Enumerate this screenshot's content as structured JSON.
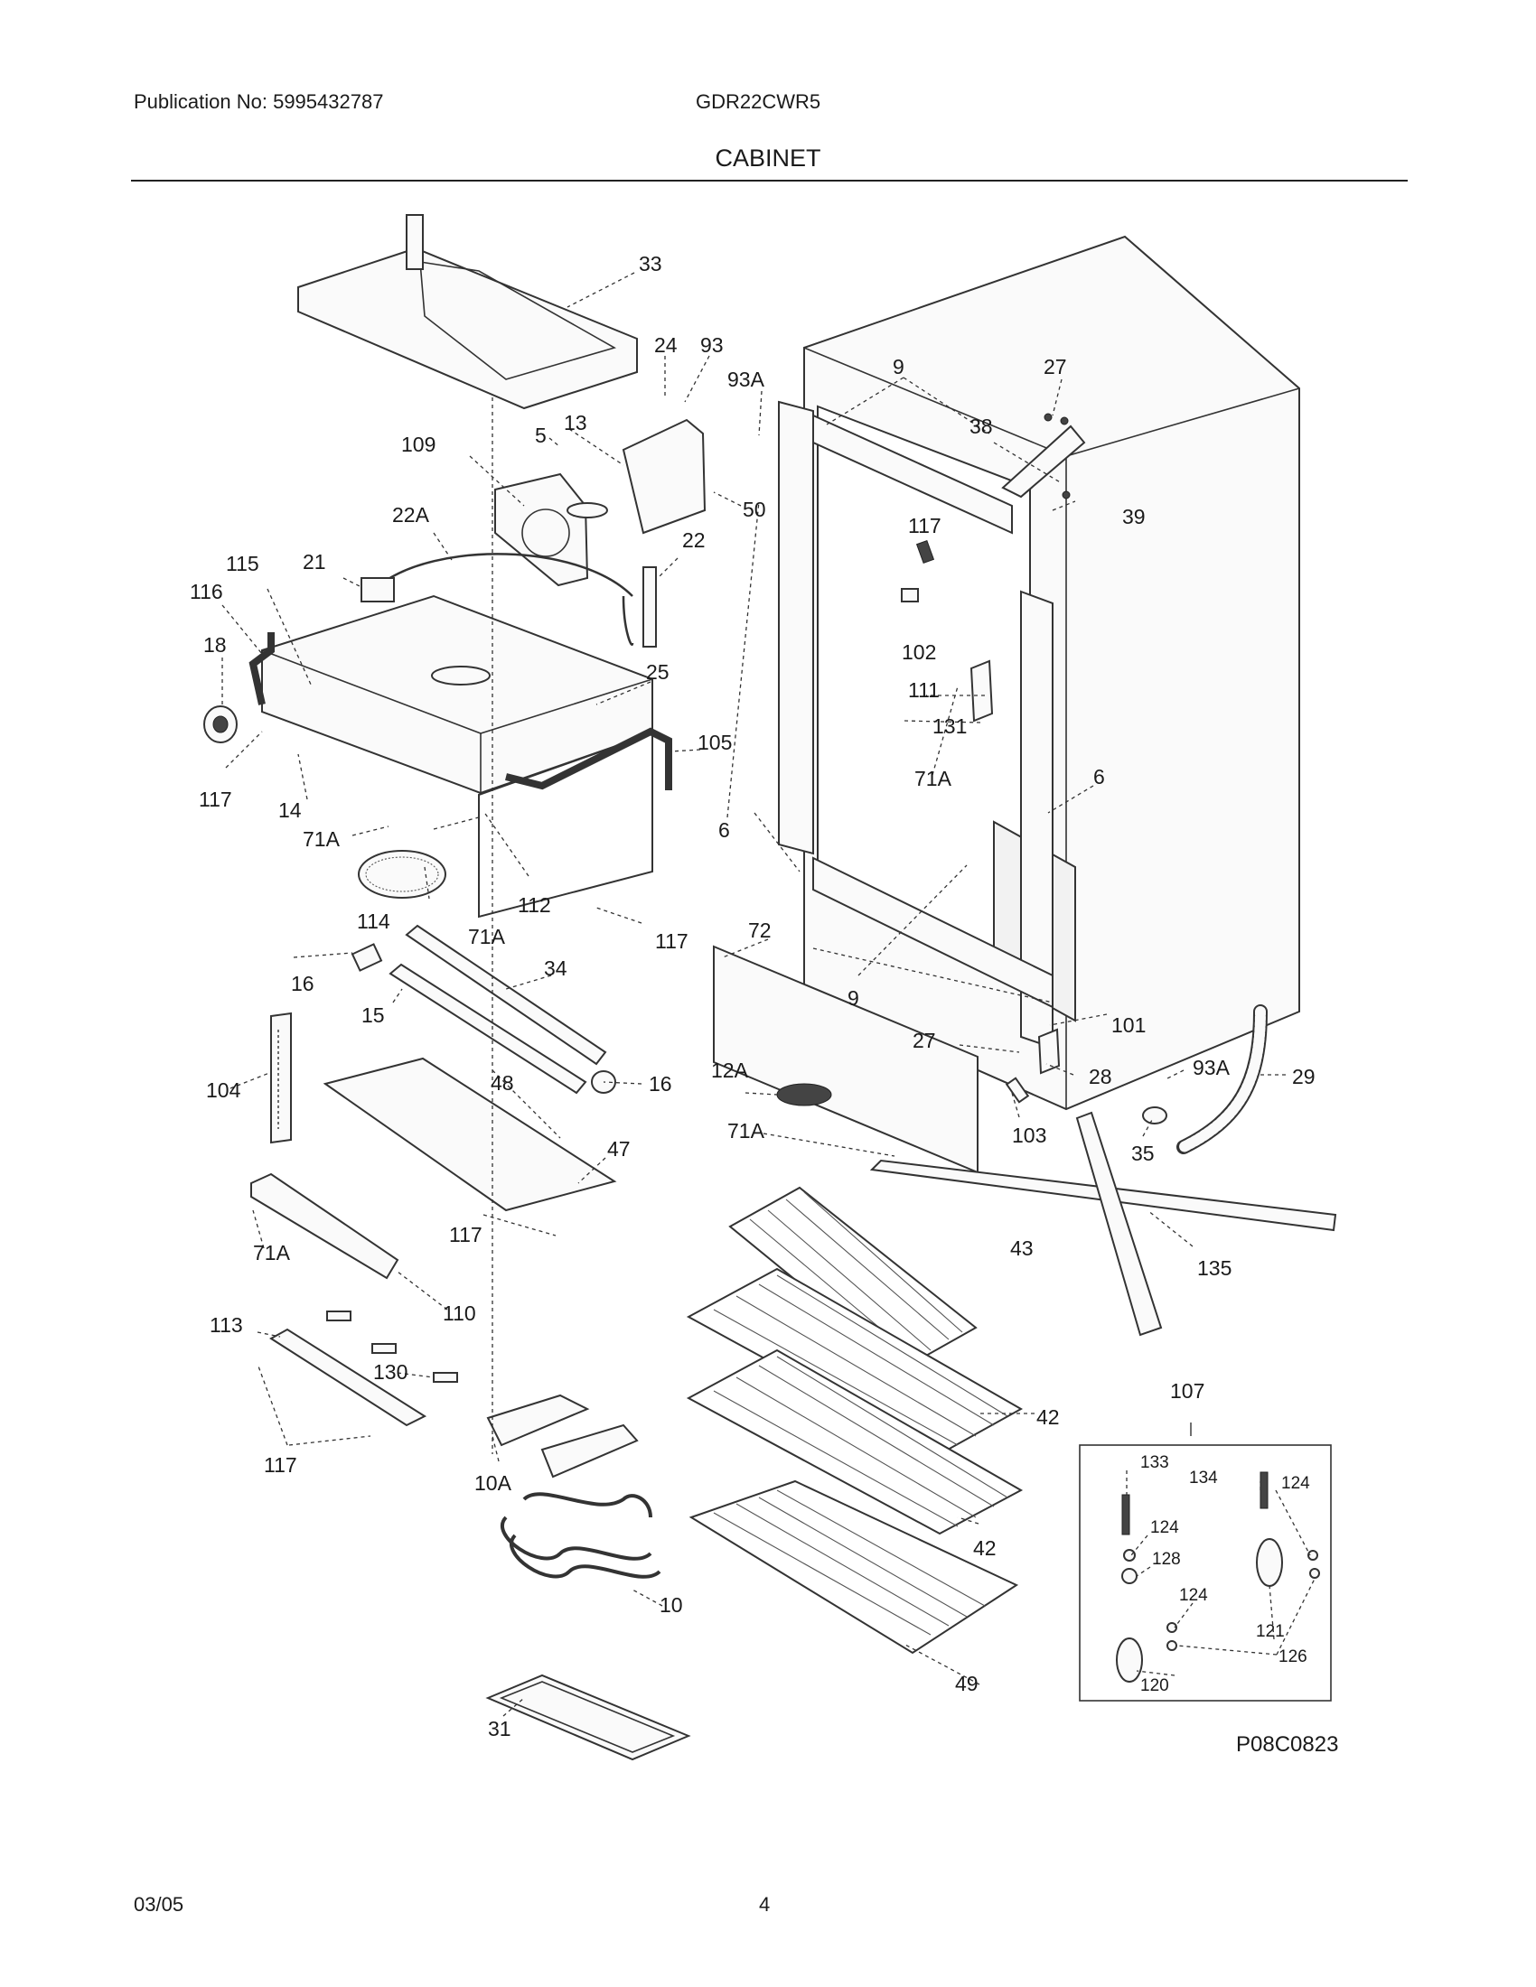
{
  "header": {
    "publication": "Publication No: 5995432787",
    "model": "GDR22CWR5",
    "section_title": "CABINET"
  },
  "footer": {
    "date": "03/05",
    "page_number": "4",
    "figure_code": "P08C0823"
  },
  "callouts": {
    "c33": "33",
    "c24": "24",
    "c93": "93",
    "c93a_top": "93A",
    "c9_top": "9",
    "c27_top": "27",
    "c109": "109",
    "c5": "5",
    "c13": "13",
    "c50": "50",
    "c38": "38",
    "c39": "39",
    "c22a": "22A",
    "c22": "22",
    "c117_hinge": "117",
    "c115": "115",
    "c21": "21",
    "c116": "116",
    "c25": "25",
    "c102": "102",
    "c18": "18",
    "c111": "111",
    "c131": "131",
    "c105": "105",
    "c117_left": "117",
    "c14": "14",
    "c71a_a": "71A",
    "c71a_b": "71A",
    "c71a_c": "71A",
    "c6_left": "6",
    "c6_right": "6",
    "c114": "114",
    "c112": "112",
    "c117_b": "117",
    "c72": "72",
    "c16_a": "16",
    "c34": "34",
    "c15": "15",
    "c9_bottom": "9",
    "c101": "101",
    "c27_b": "27",
    "c28": "28",
    "c93a_b": "93A",
    "c29": "29",
    "c104": "104",
    "c48": "48",
    "c16_b": "16",
    "c12a": "12A",
    "c71a_d": "71A",
    "c103": "103",
    "c35": "35",
    "c47": "47",
    "c117_c": "117",
    "c43": "43",
    "c135": "135",
    "c71a_e": "71A",
    "c110": "110",
    "c113": "113",
    "c130": "130",
    "c42_a": "42",
    "c107": "107",
    "c117_d": "117",
    "c10a": "10A",
    "c133": "133",
    "c134": "134",
    "c124_a": "124",
    "c124_b": "124",
    "c42_b": "42",
    "c128": "128",
    "c124_c": "124",
    "c10": "10",
    "c121": "121",
    "c126": "126",
    "c49": "49",
    "c120": "120",
    "c31": "31"
  }
}
